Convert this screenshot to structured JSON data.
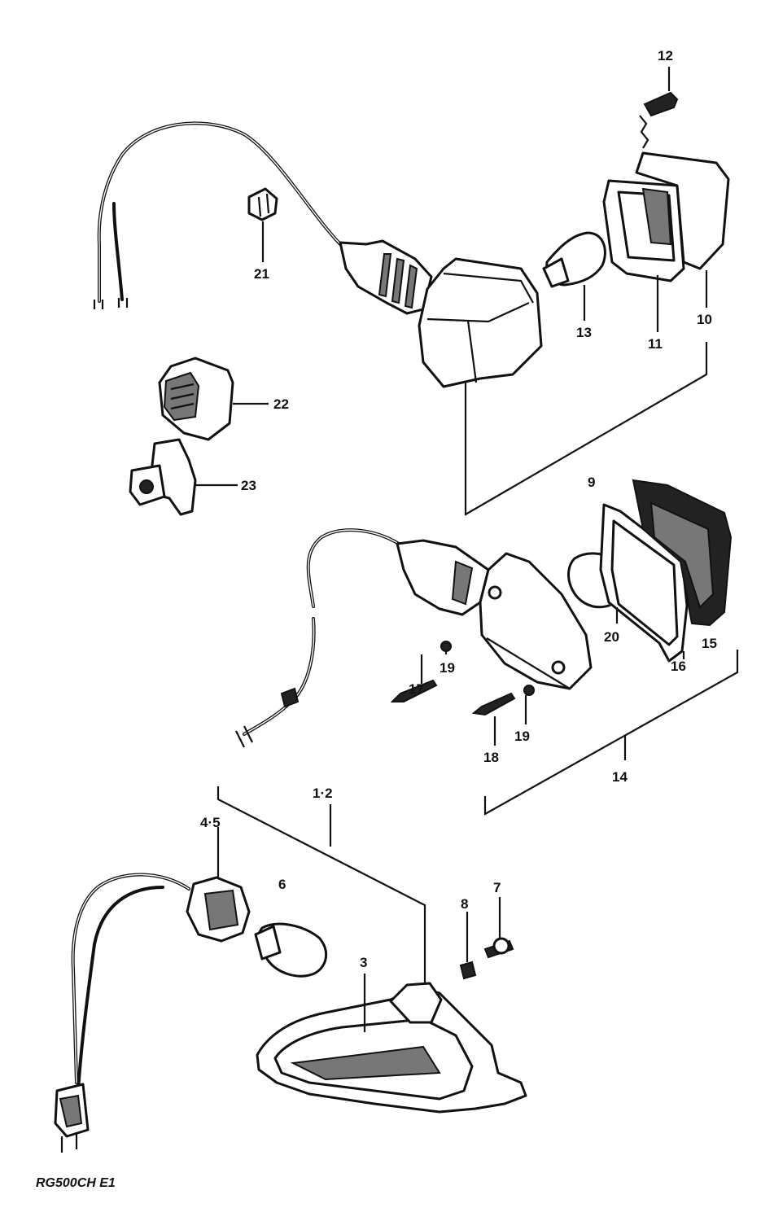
{
  "diagram_code": "RG500CH E1",
  "labels": {
    "p1_2": "1·2",
    "p3": "3",
    "p4_5": "4·5",
    "p6": "6",
    "p7": "7",
    "p8": "8",
    "p9": "9",
    "p10": "10",
    "p11": "11",
    "p12": "12",
    "p13": "13",
    "p14": "14",
    "p15": "15",
    "p16": "16",
    "p17": "17",
    "p18": "18",
    "p19a": "19",
    "p19b": "19",
    "p20": "20",
    "p21": "21",
    "p22": "22",
    "p23": "23"
  }
}
